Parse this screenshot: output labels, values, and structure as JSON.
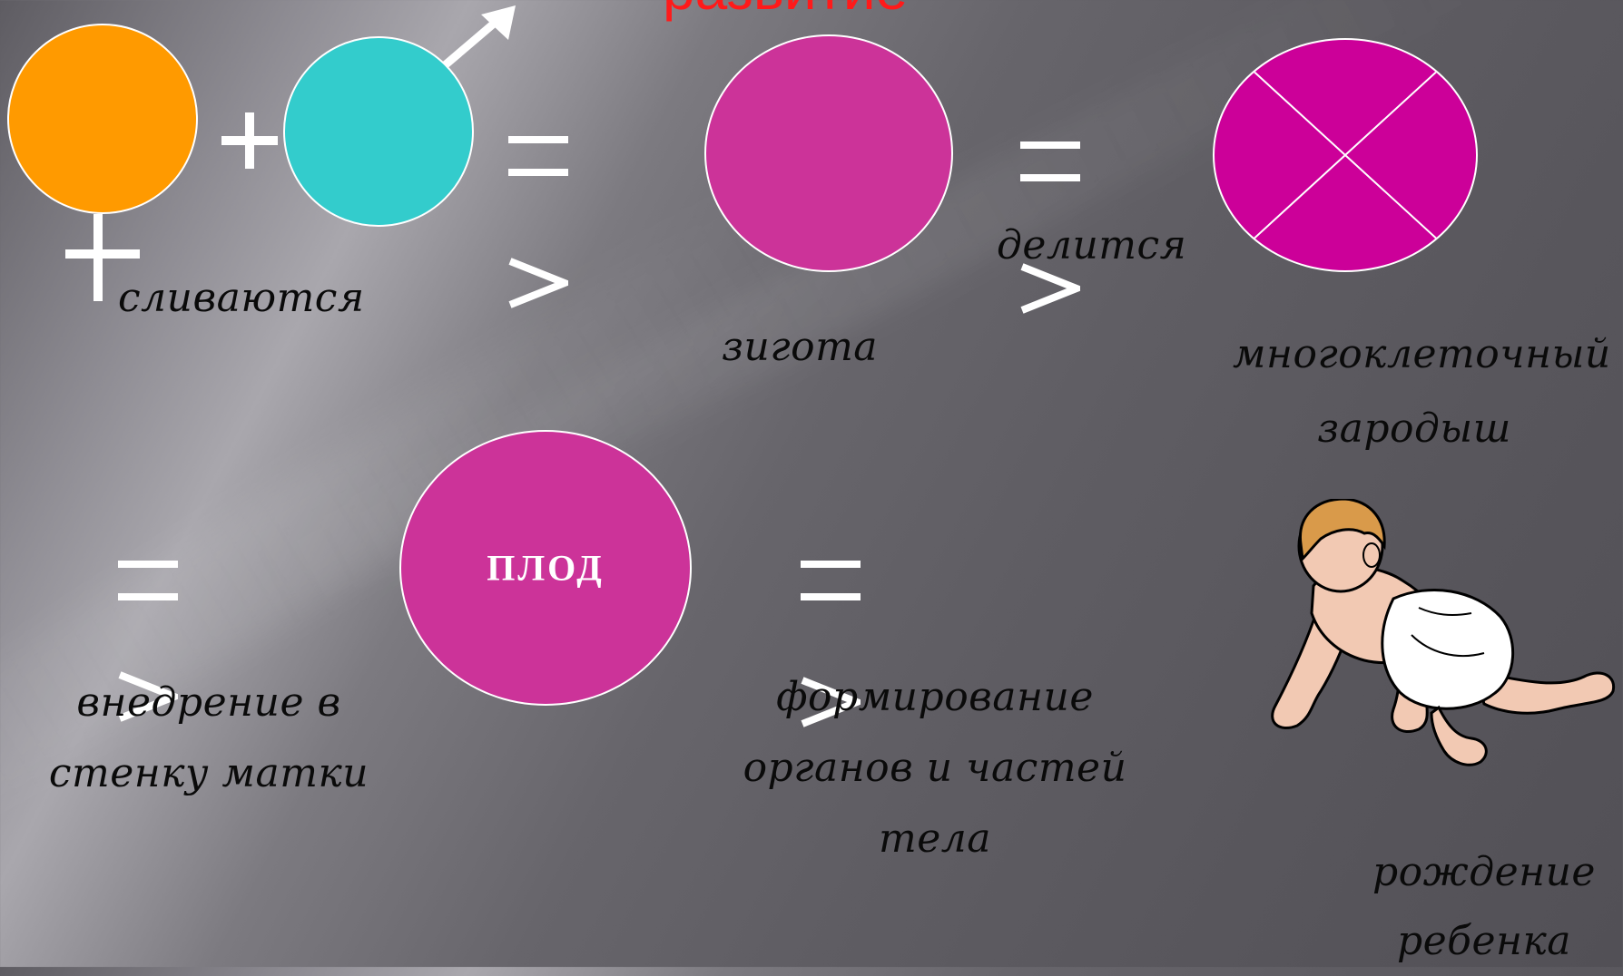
{
  "title": "развитие",
  "symbols": {
    "plus": "+",
    "female": "♀",
    "male": "♂",
    "eq1": "=",
    "gt1": ">",
    "eq2": "=",
    "gt2": ">",
    "eq3": "=",
    "gt3": ">",
    "eq4": "=",
    "gt4": ">"
  },
  "labels": {
    "fuse": "сливаются",
    "zygote": "зигота",
    "divides": "делится",
    "embryo": "многоклеточный зародыш",
    "implant": "внедрение в стенку матки",
    "fetus": "ПЛОД",
    "organs": "формирование органов и частей тела",
    "birth": "рождение ребенка"
  },
  "colors": {
    "egg": "#ff9a00",
    "sperm": "#33cccc",
    "zygote": "#cc3399",
    "embryo": "#cc0099",
    "fetus": "#cc3399",
    "title": "#ff1a1a"
  },
  "icons": [
    "female-symbol-icon",
    "male-symbol-icon",
    "baby-icon"
  ]
}
